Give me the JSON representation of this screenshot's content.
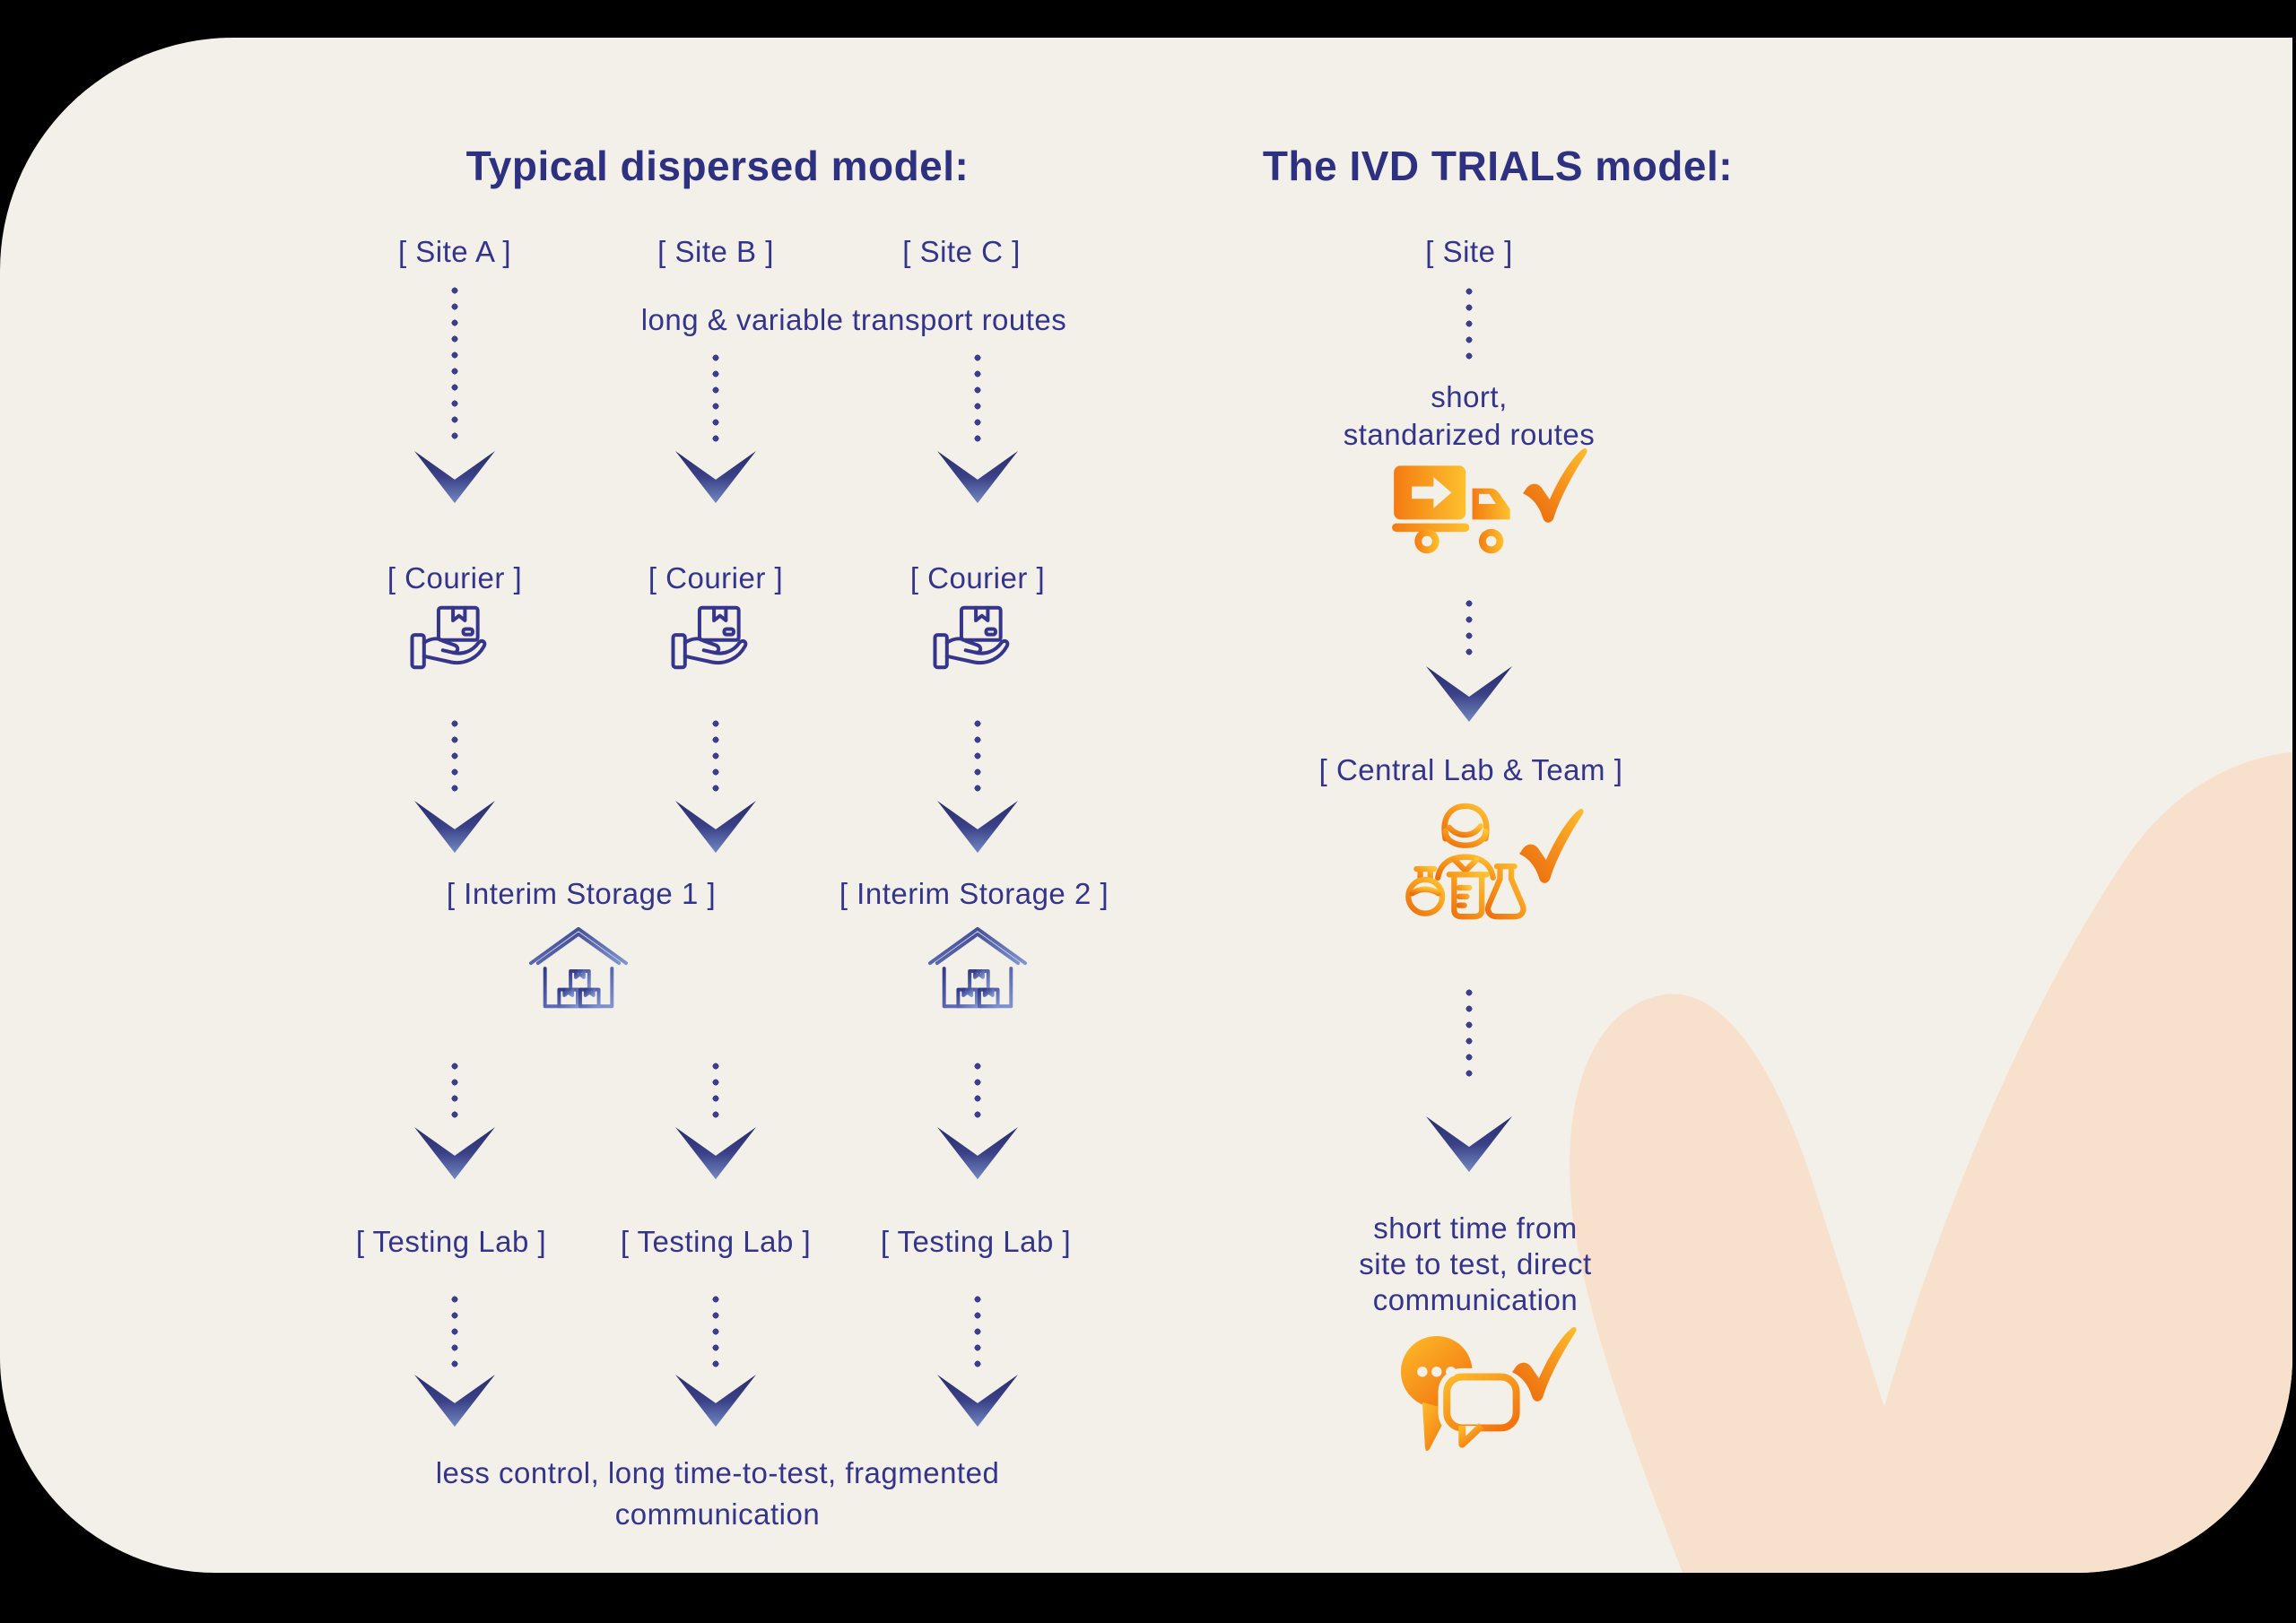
{
  "colors": {
    "background": "#000000",
    "panel": "#f3efe9",
    "navy_text": "#34348b",
    "title_navy": "#2e3080",
    "arrow_gradient_top": "#282c68",
    "arrow_gradient_bottom": "#7388c2",
    "orange_deep": "#ec6f0e",
    "orange_light": "#fdc434",
    "peach_accent": "#f8e1cc"
  },
  "icons": {
    "courier": "hand-holding-package-icon",
    "storage": "warehouse-boxes-icon",
    "route": "delivery-truck-icon",
    "central_lab": "scientist-flasks-icon",
    "communication": "chat-bubbles-icon",
    "approval": "orange-checkmark-icon",
    "flow": "chevron-down-arrow-icon",
    "connector": "dotted-line-connector",
    "decoration": "large-peach-checkmark"
  },
  "left_model": {
    "title": "Typical dispersed model:",
    "site_labels": [
      "[ Site A ]",
      "[ Site B ]",
      "[ Site C ]"
    ],
    "transport_note": "long & variable transport routes",
    "courier_labels": [
      "[ Courier ]",
      "[ Courier ]",
      "[ Courier ]"
    ],
    "storage_labels": [
      "[ Interim Storage 1 ]",
      "[ Interim Storage 2 ]"
    ],
    "lab_labels": [
      "[ Testing Lab ]",
      "[ Testing Lab ]",
      "[ Testing Lab ]"
    ],
    "summary_line1": "less control, long time-to-test, fragmented",
    "summary_line2": "communication"
  },
  "right_model": {
    "title": "The IVD TRIALS model:",
    "site_label": "[ Site ]",
    "route_note_line1": "short,",
    "route_note_line2": "standarized routes",
    "central_label": "[ Central Lab & Team ]",
    "summary_line1": "short time from",
    "summary_line2": "site to test, direct",
    "summary_line3": "communication"
  }
}
